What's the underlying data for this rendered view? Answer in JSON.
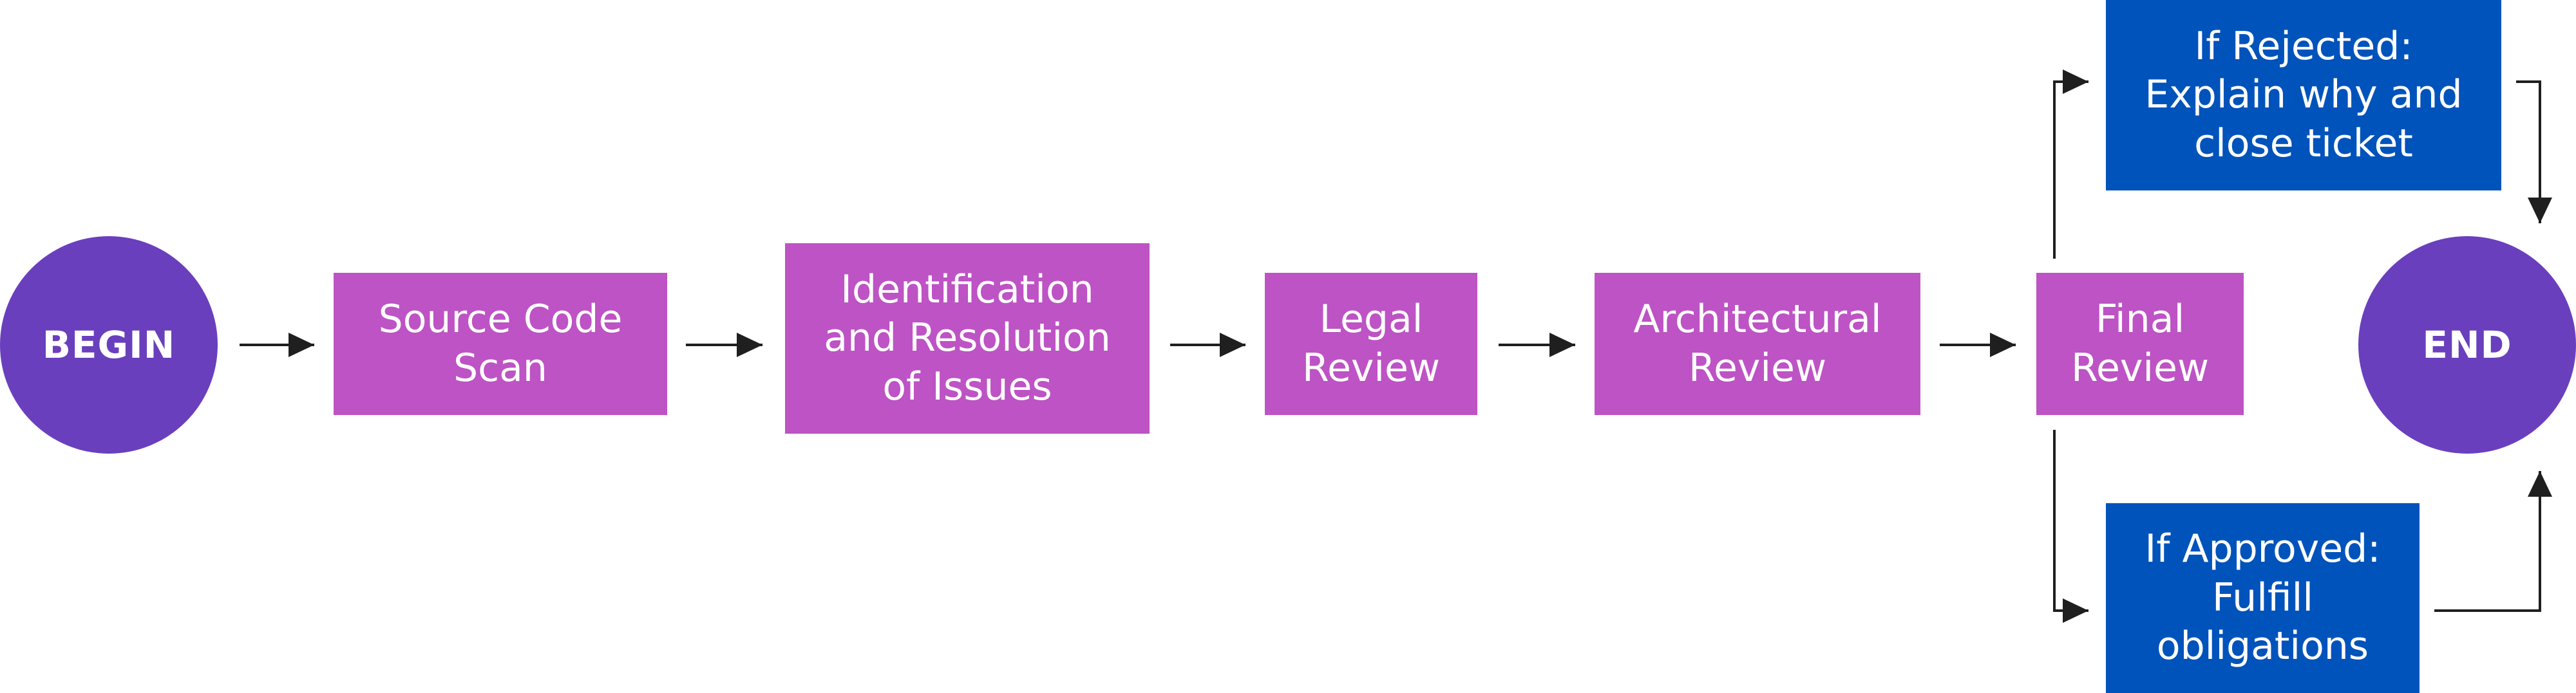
{
  "colors": {
    "terminal": "#6a3fbd",
    "step": "#bd53c4",
    "outcome": "#0053bb",
    "connector": "#1f1f1f"
  },
  "nodes": {
    "begin": {
      "label": "BEGIN"
    },
    "source_code_scan": {
      "label": "Source Code\nScan"
    },
    "identification": {
      "label": "Identification\nand Resolution\nof Issues"
    },
    "legal_review": {
      "label": "Legal\nReview"
    },
    "architectural_review": {
      "label": "Architectural\nReview"
    },
    "final_review": {
      "label": "Final\nReview"
    },
    "if_rejected": {
      "label": "If Rejected:\nExplain why and\nclose ticket"
    },
    "if_approved": {
      "label": "If Approved:\nFulfill\nobligations"
    },
    "end": {
      "label": "END"
    }
  }
}
